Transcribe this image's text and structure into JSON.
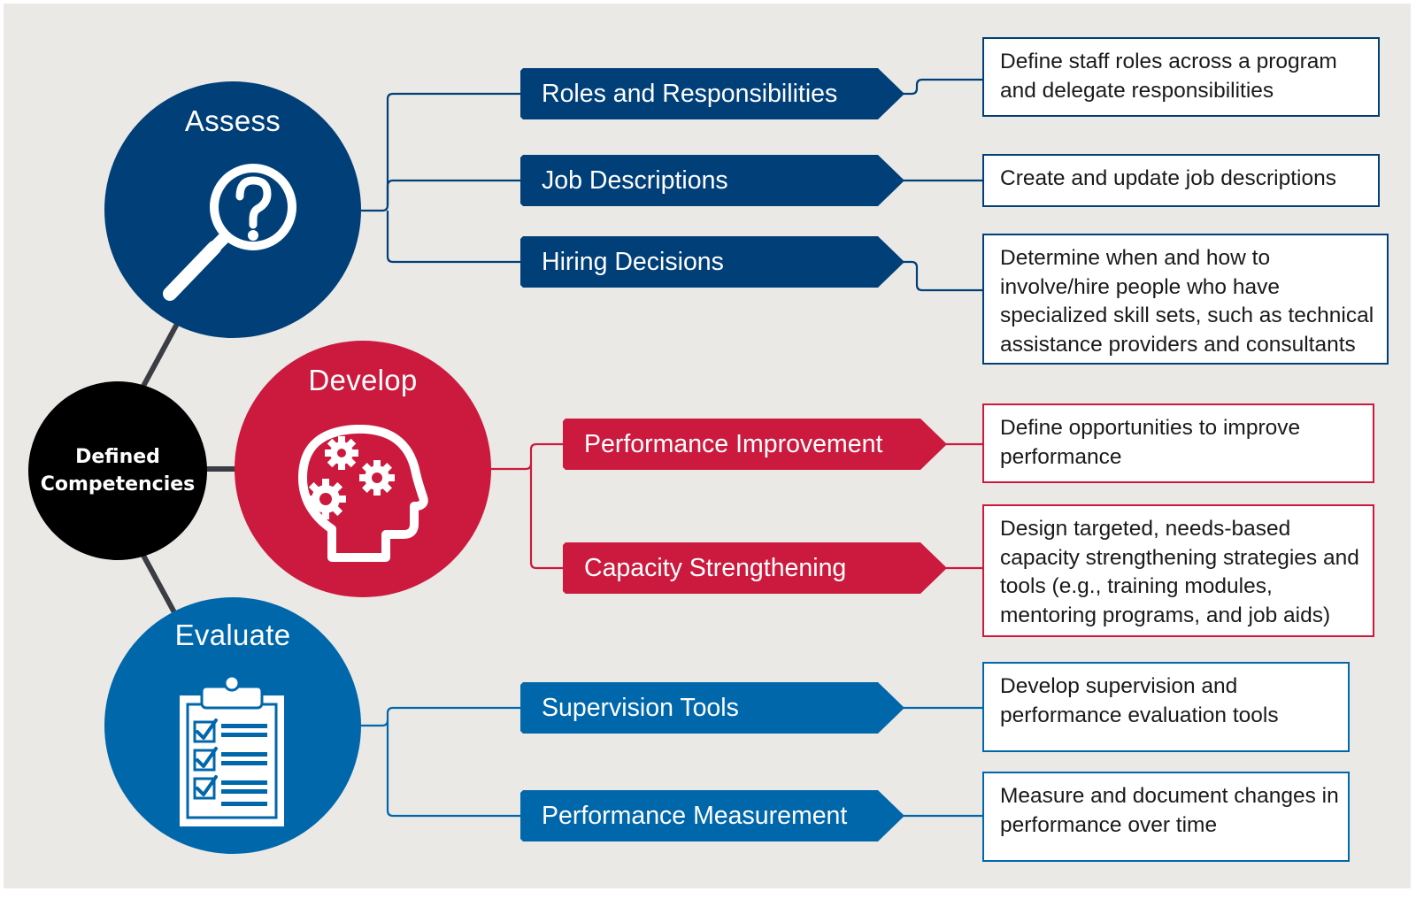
{
  "core": {
    "line1": "Defined",
    "line2": "Competencies"
  },
  "stages": {
    "assess": {
      "title": "Assess",
      "icon": "magnifier-question-icon",
      "color": "#003f78"
    },
    "develop": {
      "title": "Develop",
      "icon": "head-gears-icon",
      "color": "#cb1a3e"
    },
    "evaluate": {
      "title": "Evaluate",
      "icon": "clipboard-checklist-icon",
      "color": "#0067ab"
    }
  },
  "branches": [
    {
      "label": "Roles and Responsibilities",
      "description": "Define staff roles across a program and delegate responsibilities"
    },
    {
      "label": "Job Descriptions",
      "description": "Create and update job descriptions"
    },
    {
      "label": "Hiring Decisions",
      "description": "Determine when and how to involve/hire people who have specialized skill sets, such as technical assistance providers and consultants"
    },
    {
      "label": "Performance Improvement",
      "description": "Define opportunities to improve performance"
    },
    {
      "label": "Capacity Strengthening",
      "description": "Design targeted, needs-based capacity strengthening strategies and tools (e.g., training modules, mentoring programs, and job aids)"
    },
    {
      "label": "Supervision Tools",
      "description": "Develop supervision and performance evaluation tools"
    },
    {
      "label": "Performance Measurement",
      "description": "Measure and document changes in performance over time"
    }
  ]
}
